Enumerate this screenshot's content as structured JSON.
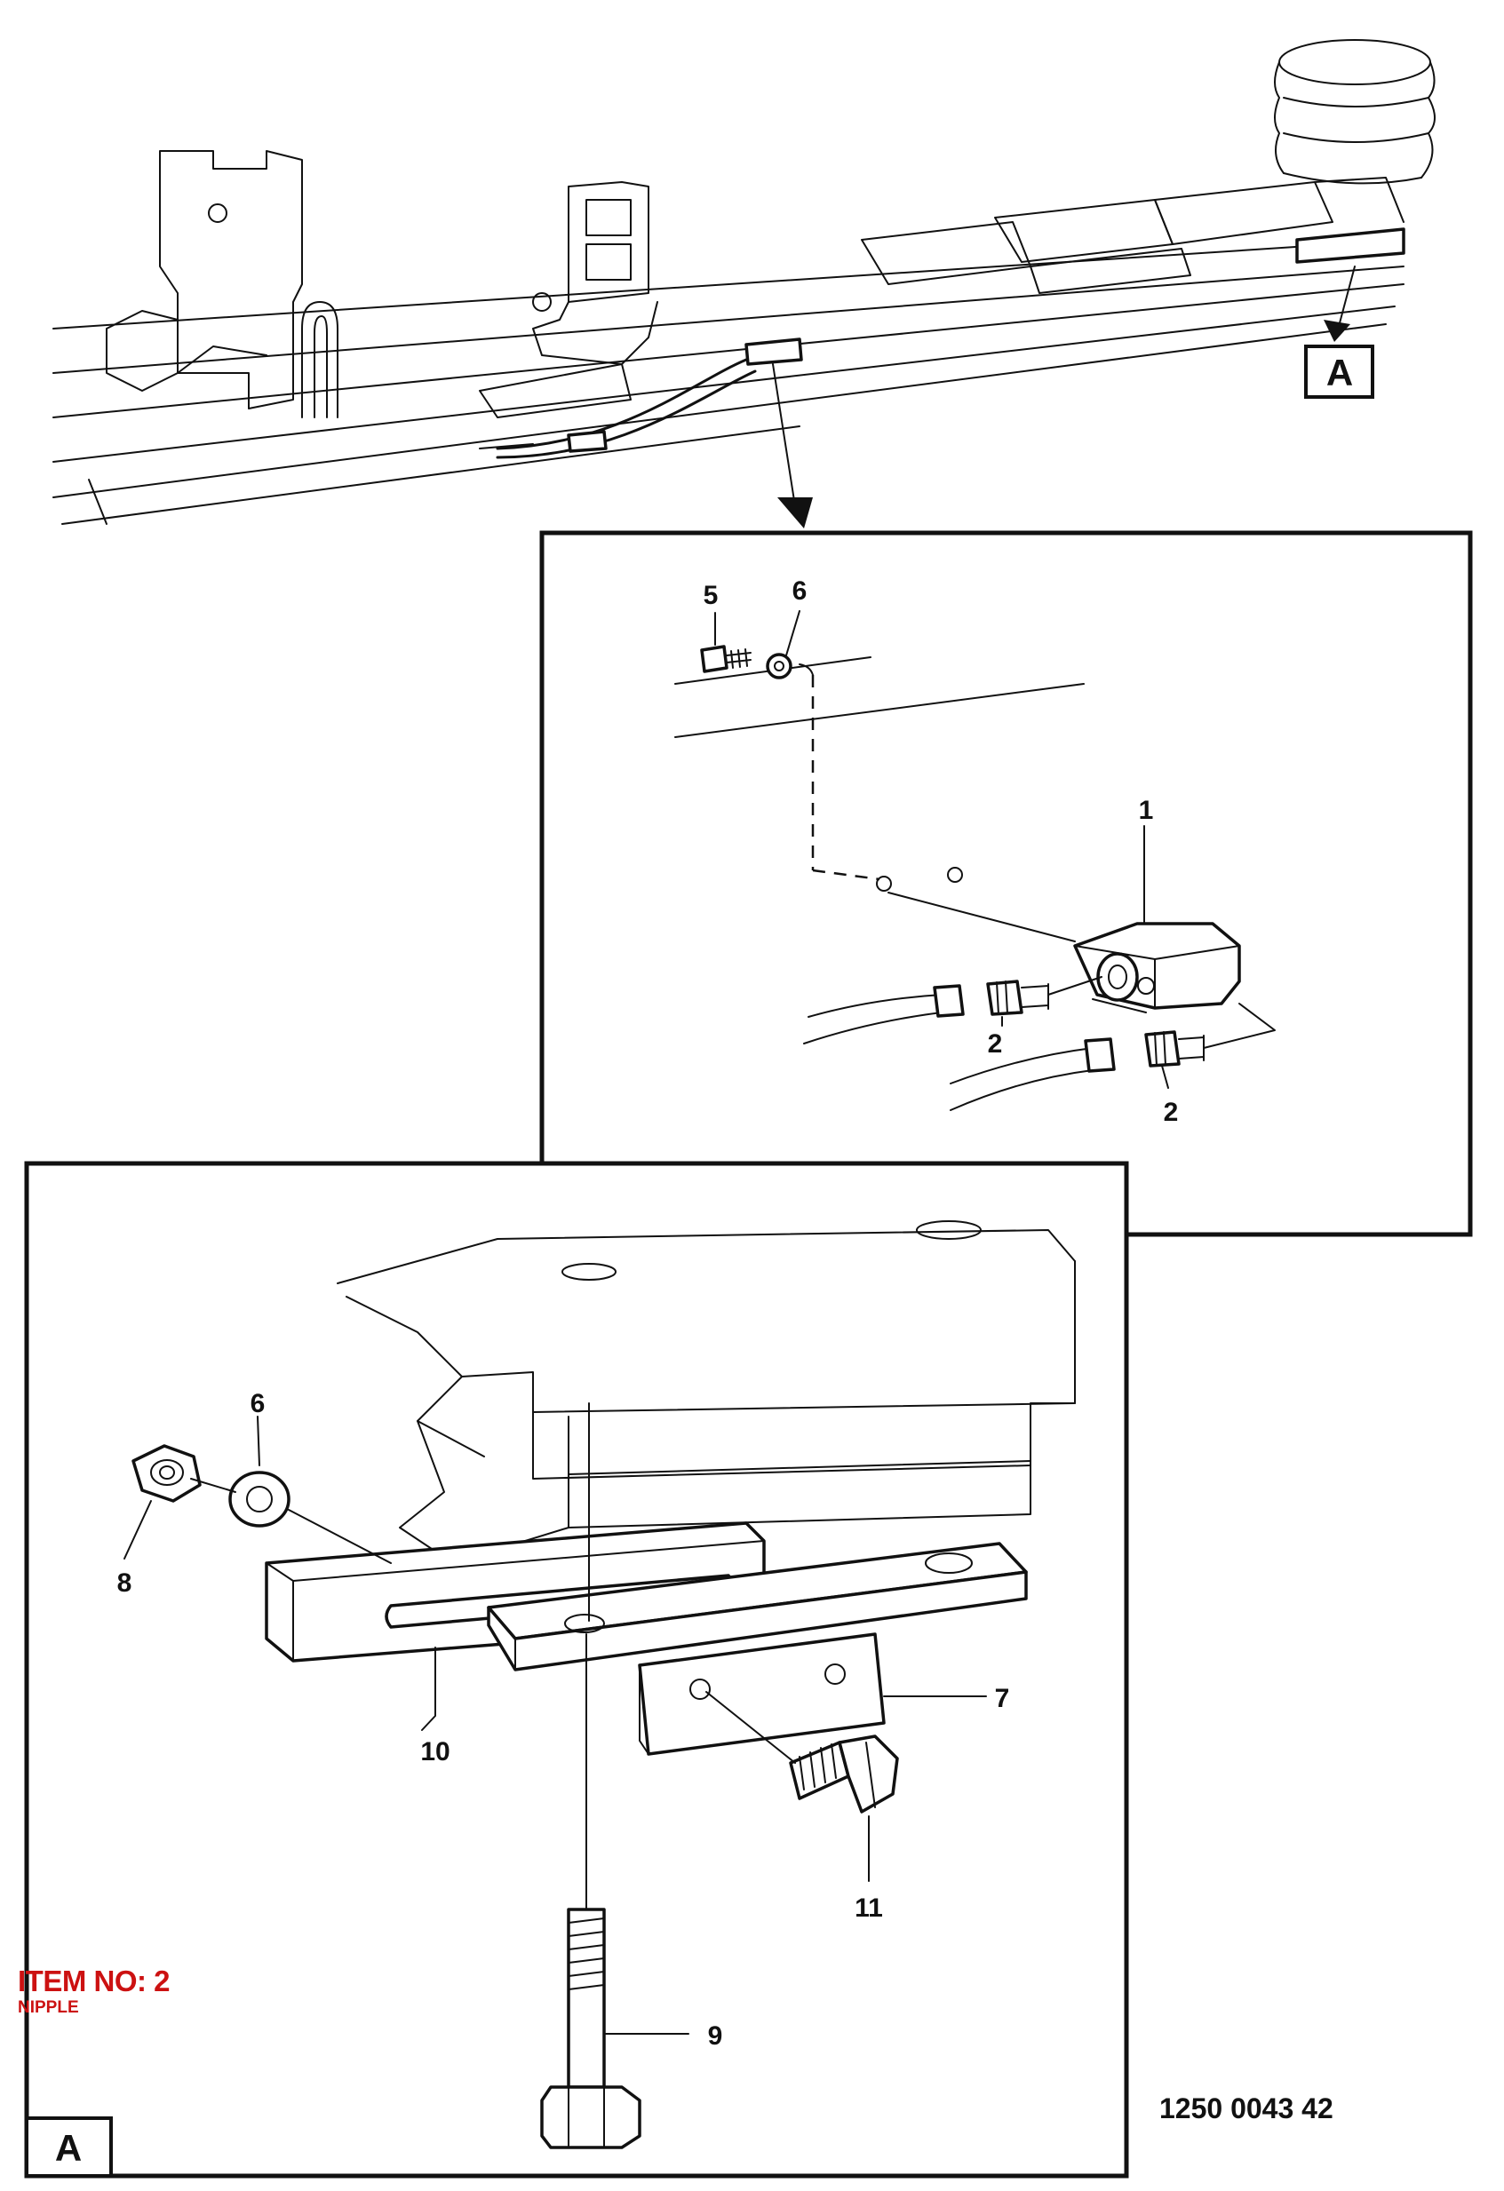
{
  "callouts": {
    "view_a_marker": "A",
    "detail1": {
      "c1": "1",
      "c2a": "2",
      "c2b": "2",
      "c5": "5",
      "c6": "6"
    },
    "detailA": {
      "c6": "6",
      "c7": "7",
      "c8": "8",
      "c9": "9",
      "c10": "10",
      "c11": "11",
      "view_label": "A"
    }
  },
  "drawing_number": "1250 0043 42",
  "item_overlay": {
    "title": "ITEM NO: 2",
    "subtitle": "NIPPLE",
    "color": "#cc1111"
  }
}
